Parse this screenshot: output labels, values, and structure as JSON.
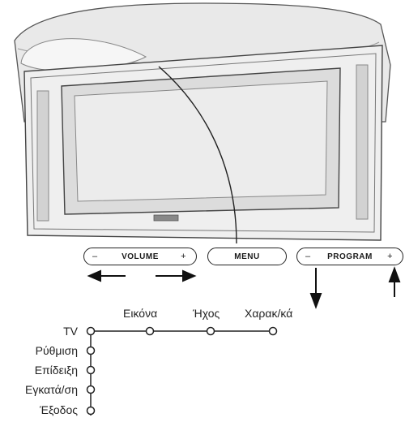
{
  "controls": {
    "volume": {
      "label": "VOLUME",
      "minus": "–",
      "plus": "+"
    },
    "menu": {
      "label": "MENU"
    },
    "program": {
      "label": "PROGRAM",
      "minus": "–",
      "plus": "+"
    }
  },
  "menu_tree": {
    "top_items": [
      "Εικόνα",
      "Ήχος",
      "Χαρακ/κά"
    ],
    "side_items": [
      "TV",
      "Ρύθμιση",
      "Επίδειξη",
      "Εγκατά/ση",
      "Έξοδος"
    ]
  }
}
